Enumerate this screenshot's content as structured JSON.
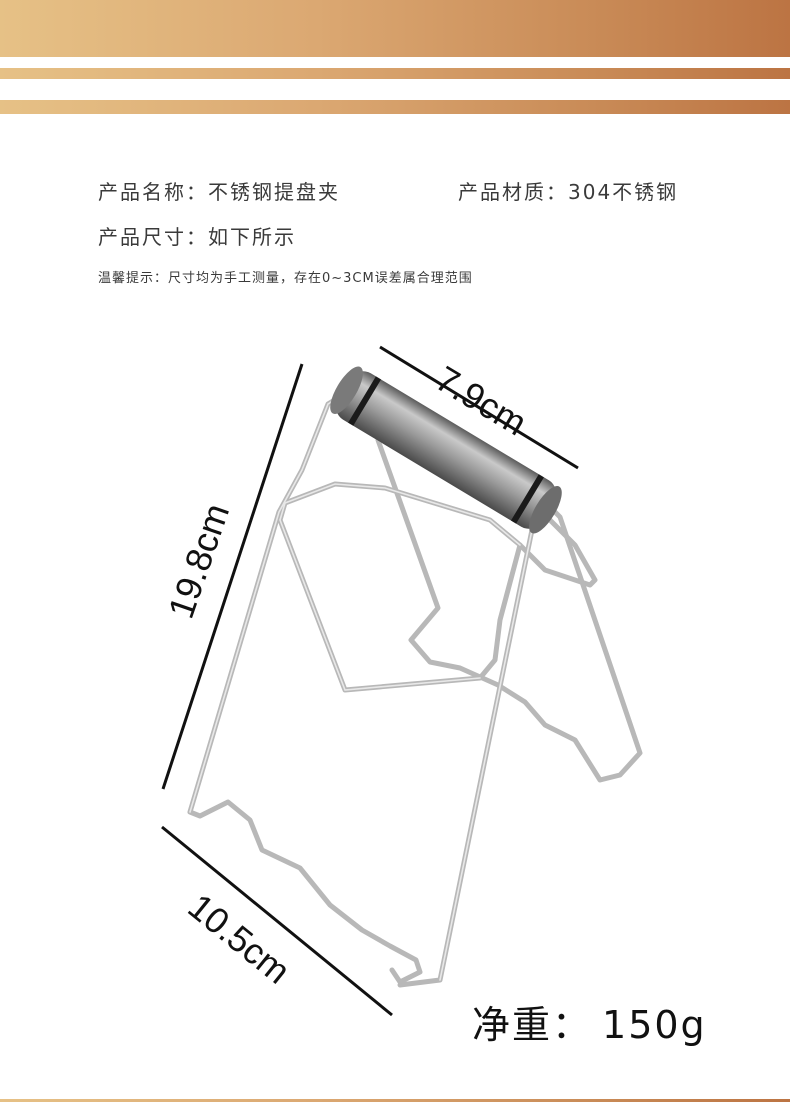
{
  "header": {
    "colors": {
      "gradient_start": "#e6c186",
      "gradient_mid": "#dba872",
      "gradient_end": "#bc7443"
    }
  },
  "specs": {
    "name_label": "产品名称：",
    "name_value": "不锈钢提盘夹",
    "material_label": "产品材质：",
    "material_value": "304不锈钢",
    "size_label": "产品尺寸：",
    "size_value": "如下所示",
    "note": "温馨提示：尺寸均为手工测量，存在0~3CM误差属合理范围"
  },
  "dimensions": {
    "handle_length": "7.9cm",
    "height": "19.8cm",
    "base_width": "10.5cm"
  },
  "weight": {
    "label": "净重：",
    "value": "150g"
  },
  "product_image": {
    "icon": "plate-clip-illustration"
  }
}
